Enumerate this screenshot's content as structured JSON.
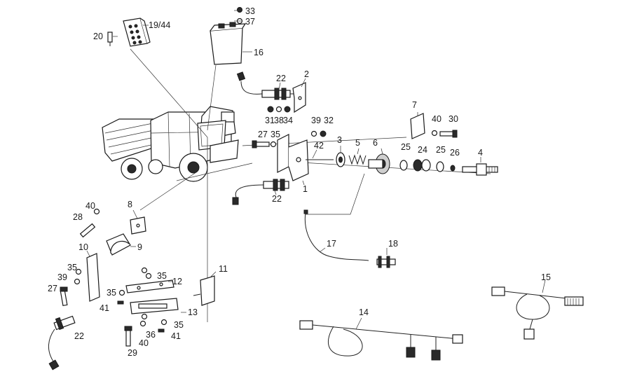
{
  "diagram": {
    "callouts": [
      "1",
      "2",
      "3",
      "4",
      "5",
      "6",
      "7",
      "8",
      "9",
      "10",
      "11",
      "12",
      "13",
      "14",
      "15",
      "16",
      "17",
      "18",
      "19/44",
      "20",
      "22",
      "24",
      "25",
      "26",
      "27",
      "28",
      "29",
      "30",
      "31",
      "32",
      "33",
      "34",
      "35",
      "36",
      "37",
      "38",
      "39",
      "40",
      "41",
      "42"
    ],
    "labels": {
      "l33": "33",
      "l37": "37",
      "l1944": "19/44",
      "l20": "20",
      "l16": "16",
      "l22a": "22",
      "l2": "2",
      "l31": "31",
      "l38": "38",
      "l34": "34",
      "l39a": "39",
      "l32": "32",
      "l27a": "27",
      "l35a": "35",
      "l42": "42",
      "l3": "3",
      "l5": "5",
      "l6": "6",
      "l7": "7",
      "l40a": "40",
      "l30": "30",
      "l25a": "25",
      "l24": "24",
      "l25b": "25",
      "l26": "26",
      "l4": "4",
      "l1": "1",
      "l22b": "22",
      "l8": "8",
      "l40b": "40",
      "l28": "28",
      "l9": "9",
      "l10": "10",
      "l35b": "35",
      "l39b": "39",
      "l27b": "27",
      "l35c": "35",
      "l41a": "41",
      "l35d": "35",
      "l12": "12",
      "l11": "11",
      "l13": "13",
      "l35e": "35",
      "l36": "36",
      "l41b": "41",
      "l40c": "40",
      "l29": "29",
      "l22c": "22",
      "l17": "17",
      "l18": "18",
      "l14": "14",
      "l15": "15"
    }
  }
}
